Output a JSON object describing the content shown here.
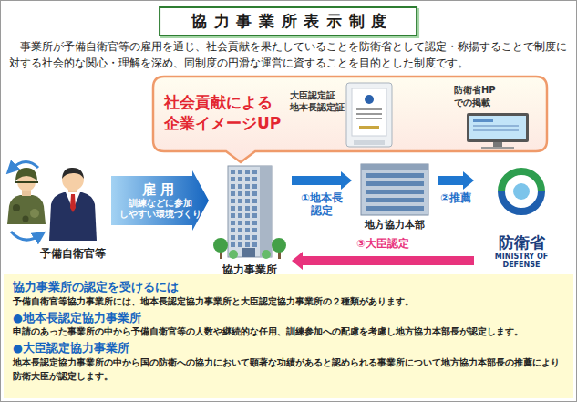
{
  "diagram": {
    "title": "協力事業所表示制度",
    "nodes": [
      {
        "text": [
          "社会貢献による 企業イメージUP",
          "大臣認定証 地本長認定証",
          "防衛省HP での掲載"
        ]
      },
      {
        "text": [
          "予備自衛官等"
        ]
      },
      {
        "text": [
          "協力事業所"
        ]
      },
      {
        "text": [
          "地方協力本部"
        ]
      },
      {
        "text": [
          "防衛省",
          "MINISTRY OF DEFENSE"
        ]
      },
      {
        "text": [
          "協力事業所の認定を受けるには",
          "予備自衛官等協力事業所には、地本長認定協力事業所と大臣認定協力事業所の２種類があります。",
          "●地本長認定協力事業所",
          "申請のあった事業所の中から予備自衛官等の人数や継続的な任用、訓練参加への配慮を考慮し地方協力本部長が認定します。",
          "●大臣認定協力事業所",
          "地本長認定協力事業所の中から国の防衛への協力において顕著な功績があると認められる事業所について地方協力本部長の推薦により防衛大臣が認定します。"
        ]
      }
    ],
    "edges": [
      {
        "from": 1,
        "to": 2,
        "arrow": "to",
        "label": "雇用"
      },
      {
        "from": 2,
        "to": 3,
        "arrow": "to",
        "label": "①地本長 認定"
      },
      {
        "from": 3,
        "to": 4,
        "arrow": "to",
        "label": "②推薦"
      },
      {
        "from": 4,
        "to": 2,
        "arrow": "to",
        "label": "③大臣認定"
      }
    ],
    "labels": [
      "事業所が予備自衛官等の雇用を通じ、社会貢献を果たしていることを防衛省として認定・称揚することで制度に対する社会的な関心・理解を深め、同制度の円滑な運営に資することを目的とした制度です。",
      "訓練などに参加 しやすい環境づくり"
    ]
  }
}
